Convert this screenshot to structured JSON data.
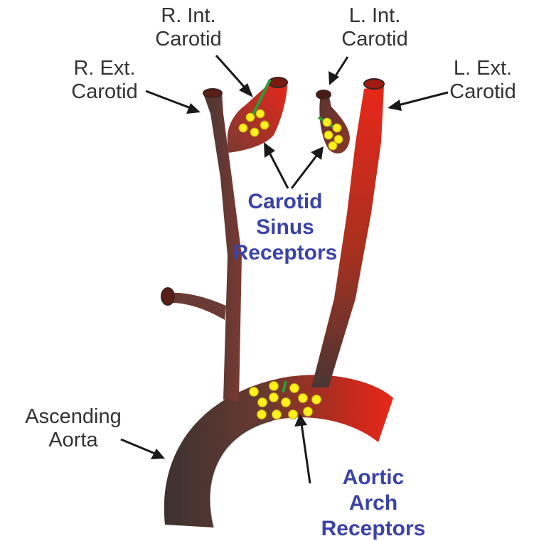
{
  "labels": {
    "r_int_carotid": [
      "R. Int.",
      "Carotid"
    ],
    "l_int_carotid": [
      "L. Int.",
      "Carotid"
    ],
    "r_ext_carotid": [
      "R. Ext.",
      "Carotid"
    ],
    "l_ext_carotid": [
      "L. Ext.",
      "Carotid"
    ],
    "carotid_sinus": [
      "Carotid",
      "Sinus",
      "Receptors"
    ],
    "ascending_aorta": [
      "Ascending",
      "Aorta"
    ],
    "aortic_arch": [
      "Aortic",
      "Arch",
      "Receptors"
    ]
  },
  "colors": {
    "vessel_dark": "#4a3634",
    "vessel_mid": "#8c3a2c",
    "vessel_red": "#e8271a",
    "receptor": "#ffef1a",
    "nerve": "#2c9a3a",
    "label_text": "#333333",
    "label_blue": "#3b43a6"
  }
}
